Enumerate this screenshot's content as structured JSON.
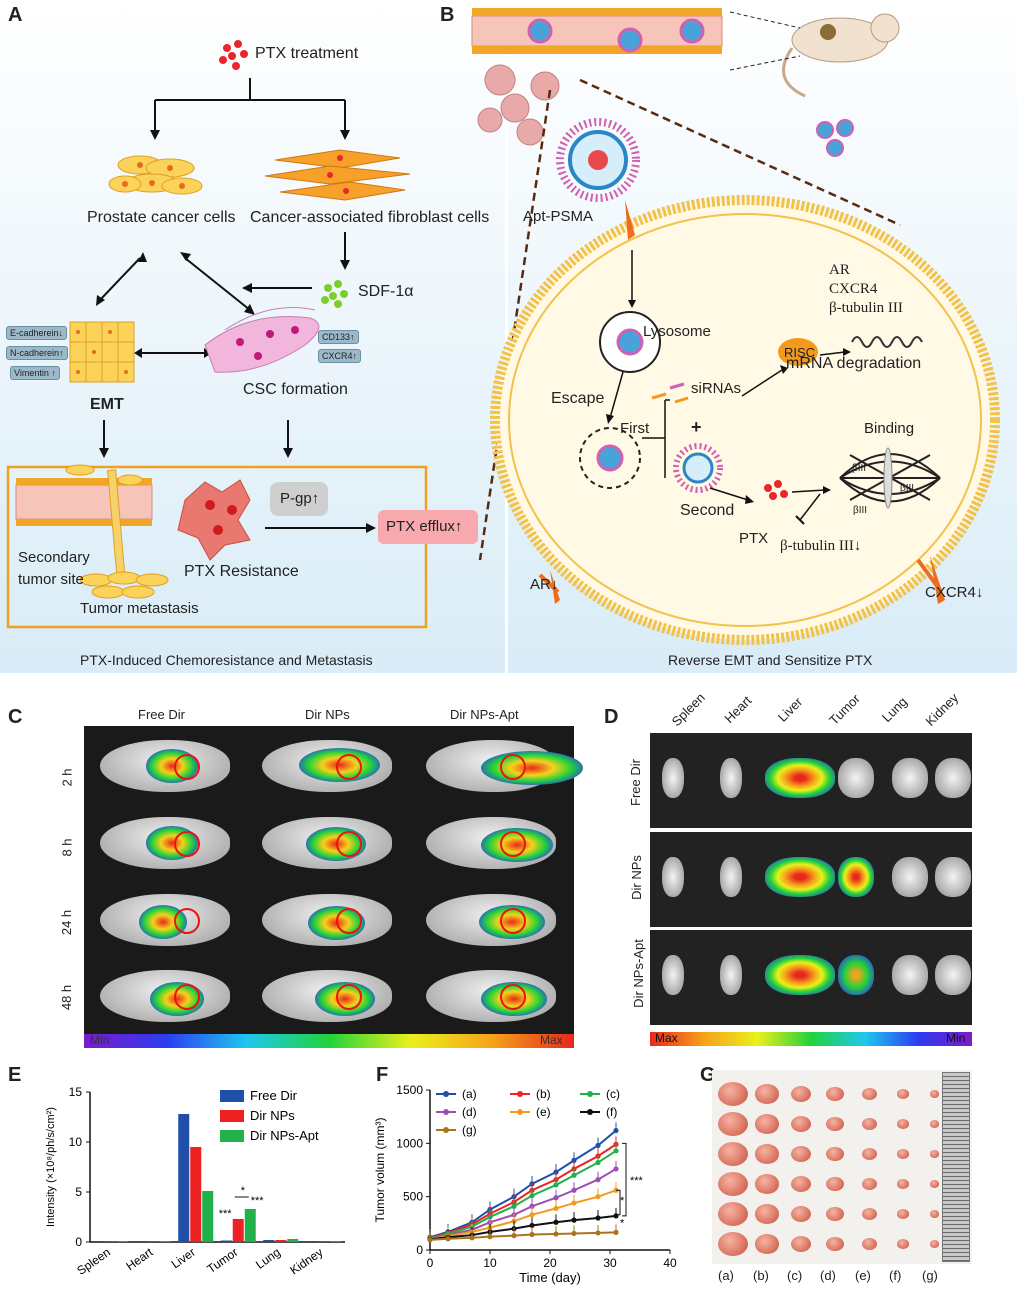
{
  "panels": {
    "a": "A",
    "b": "B",
    "c": "C",
    "d": "D",
    "e": "E",
    "f": "F",
    "g": "G"
  },
  "panel_a": {
    "ptx_treatment": "PTX treatment",
    "prostate_cells": "Prostate cancer cells",
    "caf_cells": "Cancer-associated fibroblast cells",
    "sdf": "SDF-1α",
    "ecad": "E-cadherein↓",
    "ncad": "N-cadherein↑",
    "vim": "Vimentin ↑",
    "cd133": "CD133↑",
    "cxcr4": "CXCR4↑",
    "emt": "EMT",
    "csc": "CSC formation",
    "pgp": "P-gp↑",
    "efflux": "PTX efflux↑",
    "secondary": "Secondary",
    "tumor_site": "tumor site",
    "resistance": "PTX Resistance",
    "metastasis": "Tumor metastasis",
    "caption": "PTX-Induced Chemoresistance and Metastasis"
  },
  "panel_b": {
    "apt": "Apt-PSMA",
    "lysosome": "Lysosome",
    "ar_list": [
      "AR",
      "CXCR4",
      "β-tubulin III"
    ],
    "risc": "RISC",
    "mrna": "mRNA degradation",
    "escape": "Escape",
    "sirna": "siRNAs",
    "first": "First",
    "plus": "+",
    "binding": "Binding",
    "second": "Second",
    "ptx": "PTX",
    "btub": "β-tubulin III↓",
    "biii": "βIII",
    "ar": "AR↓",
    "cxcr4": "CXCR4↓",
    "caption": "Reverse EMT and Sensitize PTX"
  },
  "panel_c": {
    "columns": [
      "Free Dir",
      "Dir NPs",
      "Dir NPs-Apt"
    ],
    "rows": [
      "2 h",
      "8 h",
      "24 h",
      "48 h"
    ],
    "min": "Min",
    "max": "Max"
  },
  "panel_d": {
    "organs": [
      "Spleen",
      "Heart",
      "Liver",
      "Tumor",
      "Lung",
      "Kidney"
    ],
    "rows": [
      "Free Dir",
      "Dir NPs",
      "Dir NPs-Apt"
    ],
    "max": "Max",
    "min": "Min"
  },
  "panel_g": {
    "labels": [
      "(a)",
      "(b)",
      "(c)",
      "(d)",
      "(e)",
      "(f)",
      "(g)"
    ]
  },
  "chart_data": [
    {
      "type": "bar",
      "panel": "E",
      "categories": [
        "Spleen",
        "Heart",
        "Liver",
        "Tumor",
        "Lung",
        "Kidney"
      ],
      "series": [
        {
          "name": "Free Dir",
          "color": "#1f4fa8",
          "values": [
            0.1,
            0.1,
            12.8,
            0.15,
            0.2,
            0.1
          ]
        },
        {
          "name": "Dir NPs",
          "color": "#ee2222",
          "values": [
            0.1,
            0.1,
            9.5,
            2.3,
            0.2,
            0.1
          ]
        },
        {
          "name": "Dir NPs-Apt",
          "color": "#22b04a",
          "values": [
            0.1,
            0.1,
            5.1,
            3.3,
            0.3,
            0.1
          ]
        }
      ],
      "ylabel": "Intensity (×10⁸/ph/s/cm²)",
      "ylim": [
        0,
        15
      ],
      "yticks": [
        0,
        5,
        10,
        15
      ],
      "annotations": [
        "***",
        "*",
        "***"
      ]
    },
    {
      "type": "line",
      "panel": "F",
      "x": [
        0,
        3,
        7,
        10,
        14,
        17,
        21,
        24,
        28,
        31
      ],
      "series": [
        {
          "name": "(a)",
          "color": "#1f4fa8",
          "values": [
            120,
            170,
            260,
            380,
            500,
            620,
            730,
            840,
            980,
            1120
          ]
        },
        {
          "name": "(b)",
          "color": "#ee2222",
          "values": [
            115,
            160,
            240,
            340,
            450,
            560,
            660,
            760,
            880,
            990
          ]
        },
        {
          "name": "(c)",
          "color": "#22b04a",
          "values": [
            110,
            150,
            220,
            310,
            410,
            510,
            610,
            700,
            820,
            930
          ]
        },
        {
          "name": "(d)",
          "color": "#9b4fb5",
          "values": [
            105,
            140,
            190,
            260,
            330,
            410,
            490,
            560,
            660,
            760
          ]
        },
        {
          "name": "(e)",
          "color": "#f39a1e",
          "values": [
            100,
            130,
            170,
            210,
            270,
            330,
            390,
            440,
            500,
            560
          ]
        },
        {
          "name": "(f)",
          "color": "#111111",
          "values": [
            100,
            120,
            140,
            170,
            200,
            230,
            260,
            280,
            300,
            320
          ]
        },
        {
          "name": "(g)",
          "color": "#a8741f",
          "values": [
            95,
            105,
            115,
            125,
            135,
            145,
            150,
            155,
            160,
            165
          ]
        }
      ],
      "xlabel": "Time (day)",
      "ylabel": "Tumor volum (mm³)",
      "xlim": [
        0,
        40
      ],
      "ylim": [
        0,
        1500
      ],
      "xticks": [
        0,
        10,
        20,
        30,
        40
      ],
      "yticks": [
        0,
        500,
        1000,
        1500
      ],
      "annotations": [
        "***",
        "*",
        "*"
      ]
    }
  ]
}
